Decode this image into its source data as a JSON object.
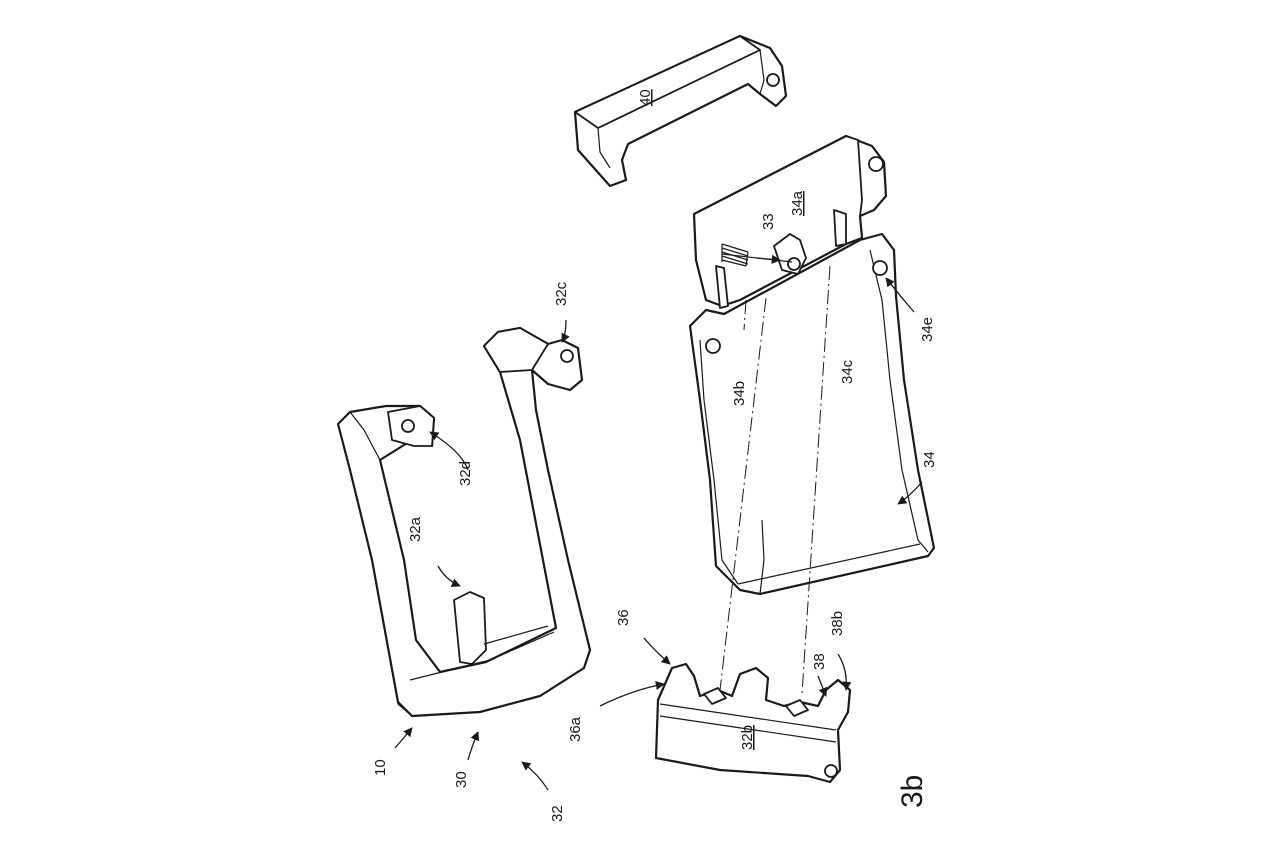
{
  "figure": {
    "figure_label": "3b",
    "labels": {
      "l10": "10",
      "l30": "30",
      "l32": "32",
      "l32a": "32a",
      "l32b": "32b",
      "l32c": "32c",
      "l32d": "32d",
      "l33": "33",
      "l34": "34",
      "l34a": "34a",
      "l34b": "34b",
      "l34c": "34c",
      "l34e": "34e",
      "l36": "36",
      "l36a": "36a",
      "l38": "38",
      "l38b": "38b",
      "l40": "40"
    }
  }
}
